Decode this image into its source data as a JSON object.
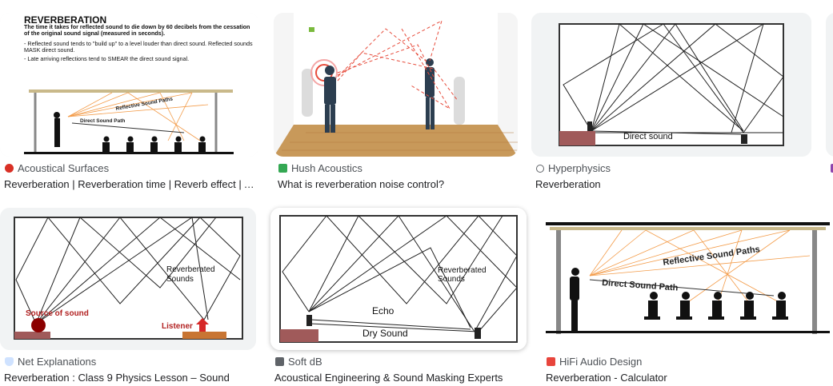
{
  "results": [
    {
      "source": "Acoustical Surfaces",
      "favicon": "acoustical-surfaces-favicon",
      "favicon_color": "#d93025",
      "title": "Reverberation | Reverberation time | Reverb effect | Aco...",
      "image_text": {
        "heading": "REVERBERATION",
        "definition": "The time it takes for reflected sound to die down by 60 decibels from the cessation of the original sound signal (measured in seconds).",
        "bullet1": "- Reflected sound tends to \"build up\" to a level louder than direct sound. Reflected sounds MASK direct sound.",
        "bullet2": "- Late arriving reflections tend to SMEAR the direct sound signal.",
        "label1": "Reflective Sound Paths",
        "label2": "Direct Sound Path"
      }
    },
    {
      "source": "Hush Acoustics",
      "favicon": "hush-acoustics-favicon",
      "favicon_color": "#34a853",
      "title": "What is reverberation noise control?"
    },
    {
      "source": "Hyperphysics",
      "favicon": "globe-icon",
      "favicon_color": "#5f6368",
      "title": "Reverberation",
      "image_text": {
        "label1": "Direct sound"
      }
    },
    {
      "source": "Net Explanations",
      "favicon": "net-explanations-favicon",
      "favicon_color": "#8ab4f8",
      "title": "Reverberation : Class 9 Physics Lesson – Sound",
      "image_text": {
        "label1": "Reverberated Sounds",
        "label2": "Source of sound",
        "label3": "Listener"
      }
    },
    {
      "source": "Soft dB",
      "favicon": "soft-db-favicon",
      "favicon_color": "#5f6368",
      "title": "Acoustical Engineering & Sound Masking Experts",
      "image_text": {
        "label1": "Reverberated Sounds",
        "label2": "Echo",
        "label3": "Dry Sound"
      }
    },
    {
      "source": "HiFi Audio Design",
      "favicon": "hifi-audio-design-favicon",
      "favicon_color": "#e8453c",
      "title": "Reverberation - Calculator",
      "image_text": {
        "label1": "Reflective Sound Paths",
        "label2": "Direct Sound Path"
      }
    }
  ]
}
